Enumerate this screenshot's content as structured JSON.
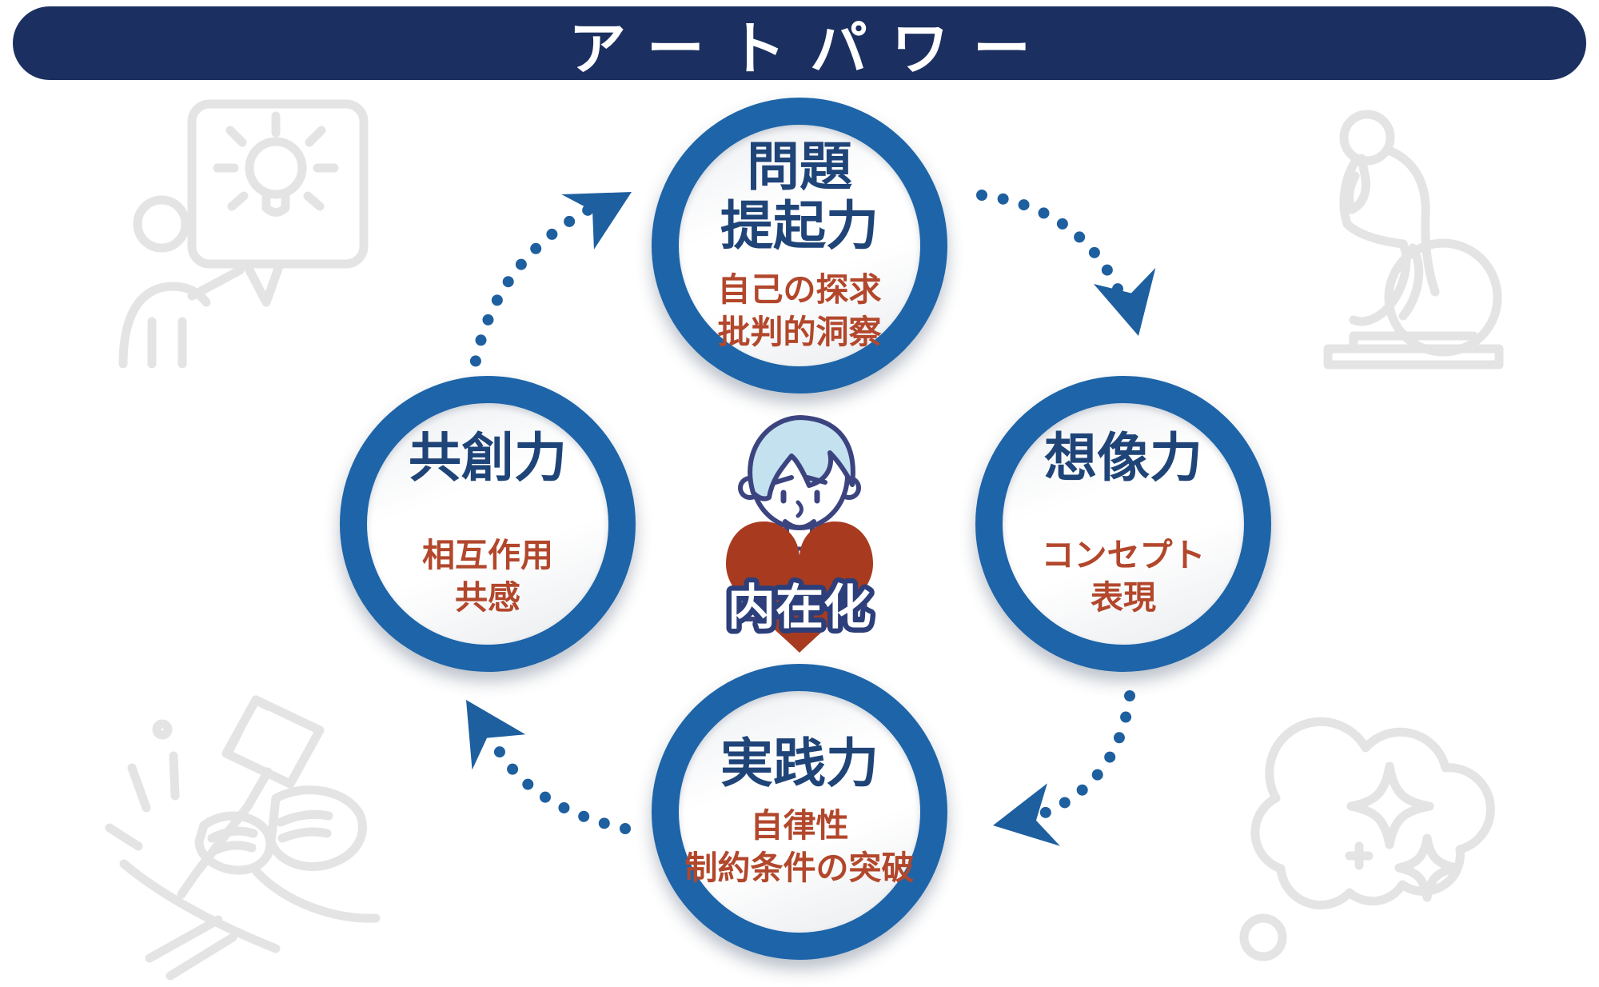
{
  "title": "アートパワー",
  "center": {
    "label": "内在化"
  },
  "nodes": {
    "top": {
      "name": "問題提起力",
      "line1": "問題",
      "line2": "提起力",
      "subs": [
        "自己の探求",
        "批判的洞察"
      ]
    },
    "right": {
      "name": "想像力",
      "subs": [
        "コンセプト",
        "表現"
      ]
    },
    "bottom": {
      "name": "実践力",
      "subs": [
        "自律性",
        "制約条件の突破"
      ]
    },
    "left": {
      "name": "共創力",
      "subs": [
        "相互作用",
        "共感"
      ]
    }
  },
  "colors": {
    "title_bar": "#1b3060",
    "circle_ring": "#1e64a8",
    "arrow": "#1e5f9f",
    "heading_text": "#1f4478",
    "sub_text": "#b2472c",
    "heart": "#a83b1f",
    "watermark": "#e4e4e4"
  },
  "background_icons": [
    "presentation-idea-icon",
    "thinker-statue-icon",
    "sculpting-hands-icon",
    "idea-cloud-icon"
  ]
}
